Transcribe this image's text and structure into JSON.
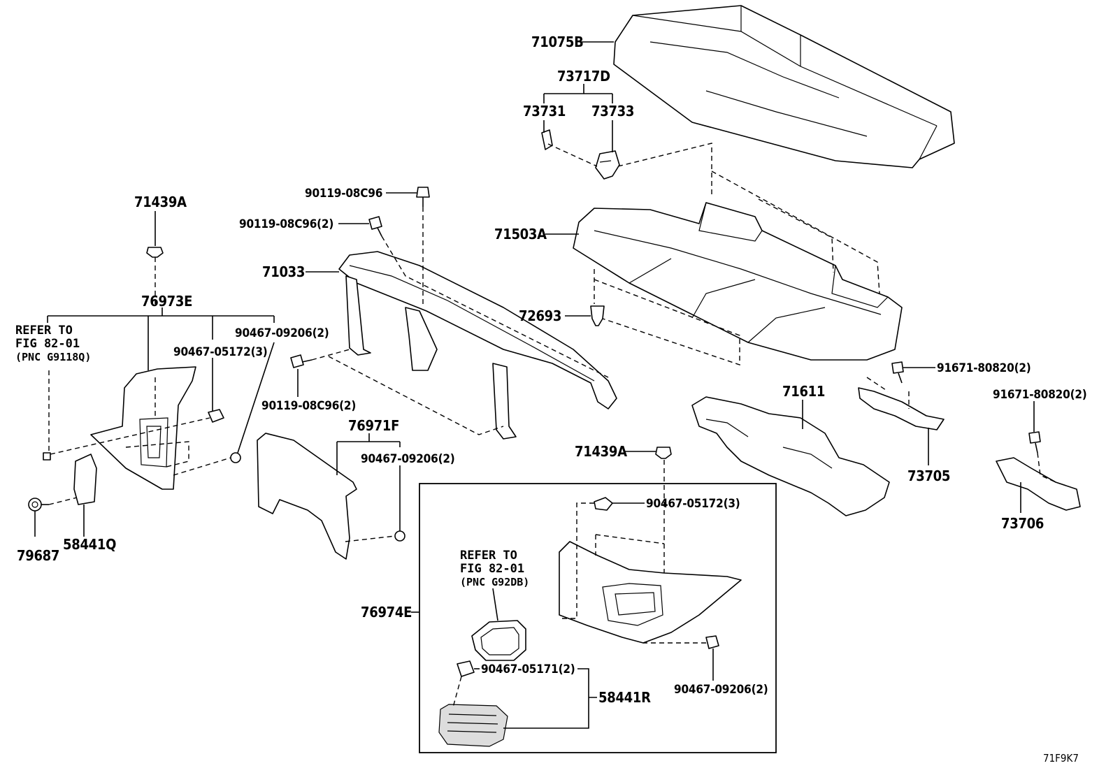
{
  "diagram_id": "71F9K7",
  "labels": {
    "p71075B": "71075B",
    "p73717D": "73717D",
    "p73731": "73731",
    "p73733": "73733",
    "p71439A_top": "71439A",
    "p90119_08C96_a": "90119-08C96",
    "p90119_08C96_b": "90119-08C96(2)",
    "p71503A": "71503A",
    "p71033": "71033",
    "p76973E": "76973E",
    "p90467_09206_a": "90467-09206(2)",
    "p90467_05172_a": "90467-05172(3)",
    "p72693": "72693",
    "p91671_80820_a": "91671-80820(2)",
    "p91671_80820_b": "91671-80820(2)",
    "p90119_08C96_c": "90119-08C96(2)",
    "p71611": "71611",
    "p76971F": "76971F",
    "p90467_09206_b": "90467-09206(2)",
    "p71439A_mid": "71439A",
    "p73705": "73705",
    "p90467_05172_b": "90467-05172(3)",
    "p73706": "73706",
    "p79687": "79687",
    "p58441Q": "58441Q",
    "p76974E": "76974E",
    "p90467_09206_c": "90467-09206(2)",
    "p90467_05171": "90467-05171(2)",
    "p58441R": "58441R"
  },
  "refer_left": {
    "line1": "REFER TO",
    "line2": "FIG 82-01",
    "line3": "(PNC G9118Q)"
  },
  "refer_box": {
    "line1": "REFER TO",
    "line2": "FIG 82-01",
    "line3": "(PNC G92DB)"
  }
}
